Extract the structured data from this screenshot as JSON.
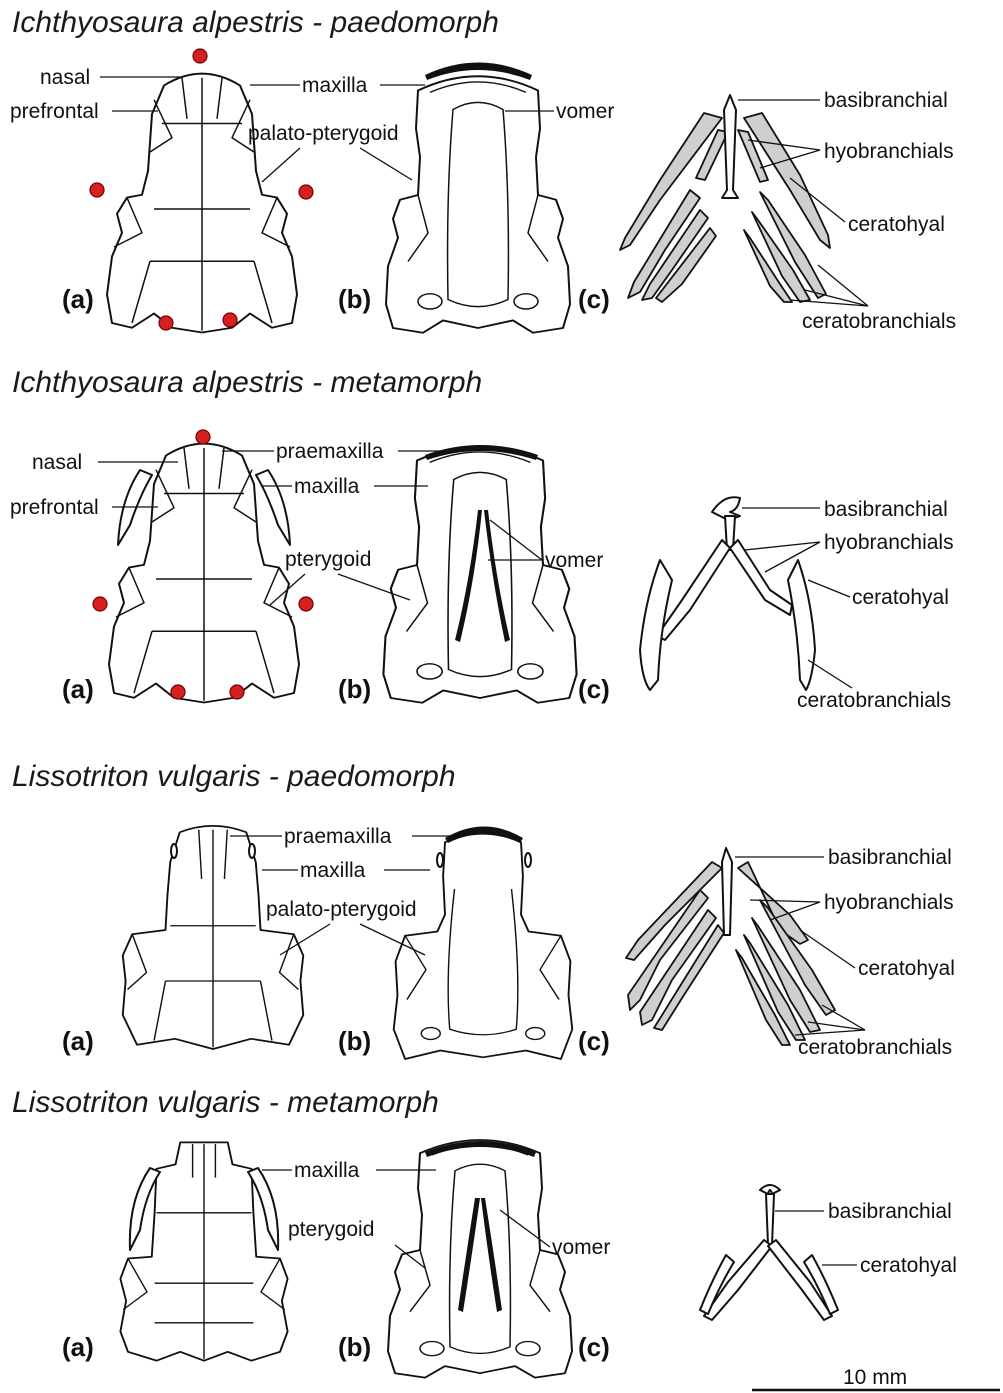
{
  "sections": [
    {
      "title": "Ichthyosaura alpestris - paedomorph",
      "panels": [
        "(a)",
        "(b)",
        "(c)"
      ],
      "labels": {
        "nasal": "nasal",
        "prefrontal": "prefrontal",
        "maxilla": "maxilla",
        "palato_pterygoid": "palato-pterygoid",
        "vomer": "vomer",
        "basibranchial": "basibranchial",
        "hyobranchials": "hyobranchials",
        "ceratohyal": "ceratohyal",
        "ceratobranchials": "ceratobranchials"
      }
    },
    {
      "title": "Ichthyosaura alpestris  - metamorph",
      "panels": [
        "(a)",
        "(b)",
        "(c)"
      ],
      "labels": {
        "nasal": "nasal",
        "prefrontal": "prefrontal",
        "praemaxilla": "praemaxilla",
        "maxilla": "maxilla",
        "pterygoid": "pterygoid",
        "vomer": "vomer",
        "basibranchial": "basibranchial",
        "hyobranchials": "hyobranchials",
        "ceratohyal": "ceratohyal",
        "ceratobranchials": "ceratobranchials"
      }
    },
    {
      "title": "Lissotriton vulgaris - paedomorph",
      "panels": [
        "(a)",
        "(b)",
        "(c)"
      ],
      "labels": {
        "praemaxilla": "praemaxilla",
        "maxilla": "maxilla",
        "palato_pterygoid": "palato-pterygoid",
        "basibranchial": "basibranchial",
        "hyobranchials": "hyobranchials",
        "ceratohyal": "ceratohyal",
        "ceratobranchials": "ceratobranchials"
      }
    },
    {
      "title": "Lissotriton vulgaris - metamorph",
      "panels": [
        "(a)",
        "(b)",
        "(c)"
      ],
      "labels": {
        "maxilla": "maxilla",
        "pterygoid": "pterygoid",
        "vomer": "vomer",
        "basibranchial": "basibranchial",
        "ceratohyal": "ceratohyal"
      }
    }
  ],
  "scale_bar": {
    "label": "10 mm"
  },
  "colors": {
    "landmark": "#d42020",
    "gill_fill": "#cfcfcf",
    "outline": "#111111"
  }
}
